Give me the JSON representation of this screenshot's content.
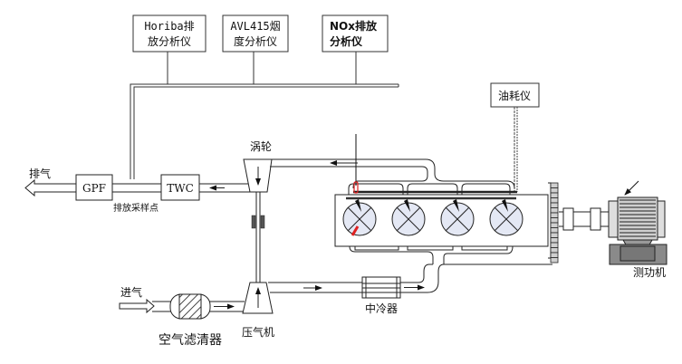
{
  "diagram": {
    "title": "Engine exhaust test bench schematic",
    "analyzers": [
      {
        "id": "horiba",
        "line1": "Horiba排",
        "line2": "放分析仪"
      },
      {
        "id": "avl415",
        "line1": "AVL415烟",
        "line2": "度分析仪"
      },
      {
        "id": "nox",
        "line1": "NOx排放",
        "line2": "分析仪"
      }
    ],
    "fuel_meter": "油耗仪",
    "components": {
      "gpf": "GPF",
      "twc": "TWC",
      "turbine": "涡轮",
      "compressor": "压气机",
      "intercooler": "中冷器",
      "air_filter": "空气滤清器",
      "dynamometer": "测功机"
    },
    "labels": {
      "exhaust_out": "排气",
      "intake_in": "进气",
      "sampling_point": "排放采样点"
    },
    "cylinders": 4,
    "colors": {
      "line": "#111111",
      "cylinder_fill": "#e4e8f4",
      "sensor_red": "#e02020",
      "dyno_gray": "#9a9a9a",
      "dyno_dark": "#7a7a7a",
      "flywheel_fill": "#cfcfcf"
    }
  }
}
